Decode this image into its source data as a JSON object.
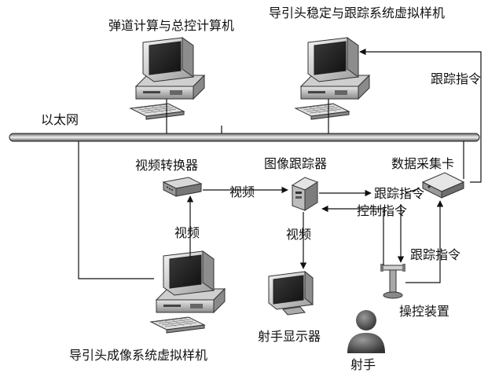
{
  "nodes": {
    "ballistic_computer": "弹道计算与总控计算机",
    "seeker_stab_vm": "导引头稳定与跟踪系统虚拟样机",
    "ethernet": "以太网",
    "video_converter": "视频转换器",
    "image_tracker": "图像跟踪器",
    "daq_card": "数据采集卡",
    "seeker_imaging_vm": "导引头成像系统虚拟样机",
    "gunner_display": "射手显示器",
    "control_device": "操控装置",
    "gunner": "射手"
  },
  "edges": {
    "tracking_cmd_top": "跟踪指令",
    "video_conv_to_tracker": "视频",
    "video_imaging_to_conv": "视频",
    "video_tracker_to_display": "视频",
    "tracking_cmd_tracker_to_daq": "跟踪指令",
    "control_cmd": "控制指令",
    "tracking_cmd_control_to_daq": "跟踪指令"
  }
}
